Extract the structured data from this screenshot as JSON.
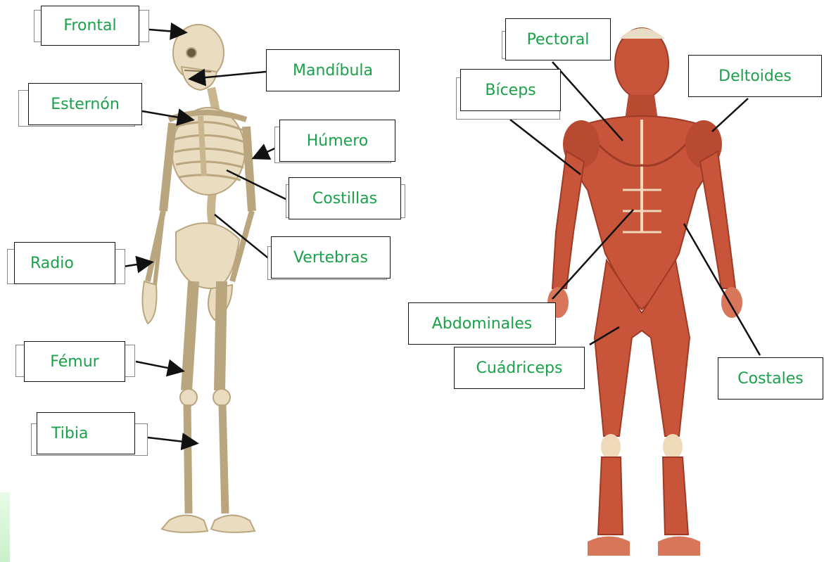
{
  "colors": {
    "label_text": "#1aa14a",
    "bone": "#e9dcc0",
    "bone_shade": "#c9b68f",
    "muscle": "#c8543a",
    "muscle_dark": "#9e3a26",
    "tendon": "#efd9b8",
    "arrow": "#111111"
  },
  "skeleton": {
    "labels": {
      "frontal": "Frontal",
      "mandibula": "Mandíbula",
      "esternon": "Esternón",
      "humero": "Húmero",
      "costillas": "Costillas",
      "vertebras": "Vertebras",
      "radio": "Radio",
      "femur": "Fémur",
      "tibia": "Tibia"
    }
  },
  "muscles": {
    "labels": {
      "pectoral": "Pectoral",
      "biceps": "Bíceps",
      "deltoides": "Deltoides",
      "abdominales": "Abdominales",
      "cuadriceps": "Cuádriceps",
      "costales": "Costales"
    }
  }
}
